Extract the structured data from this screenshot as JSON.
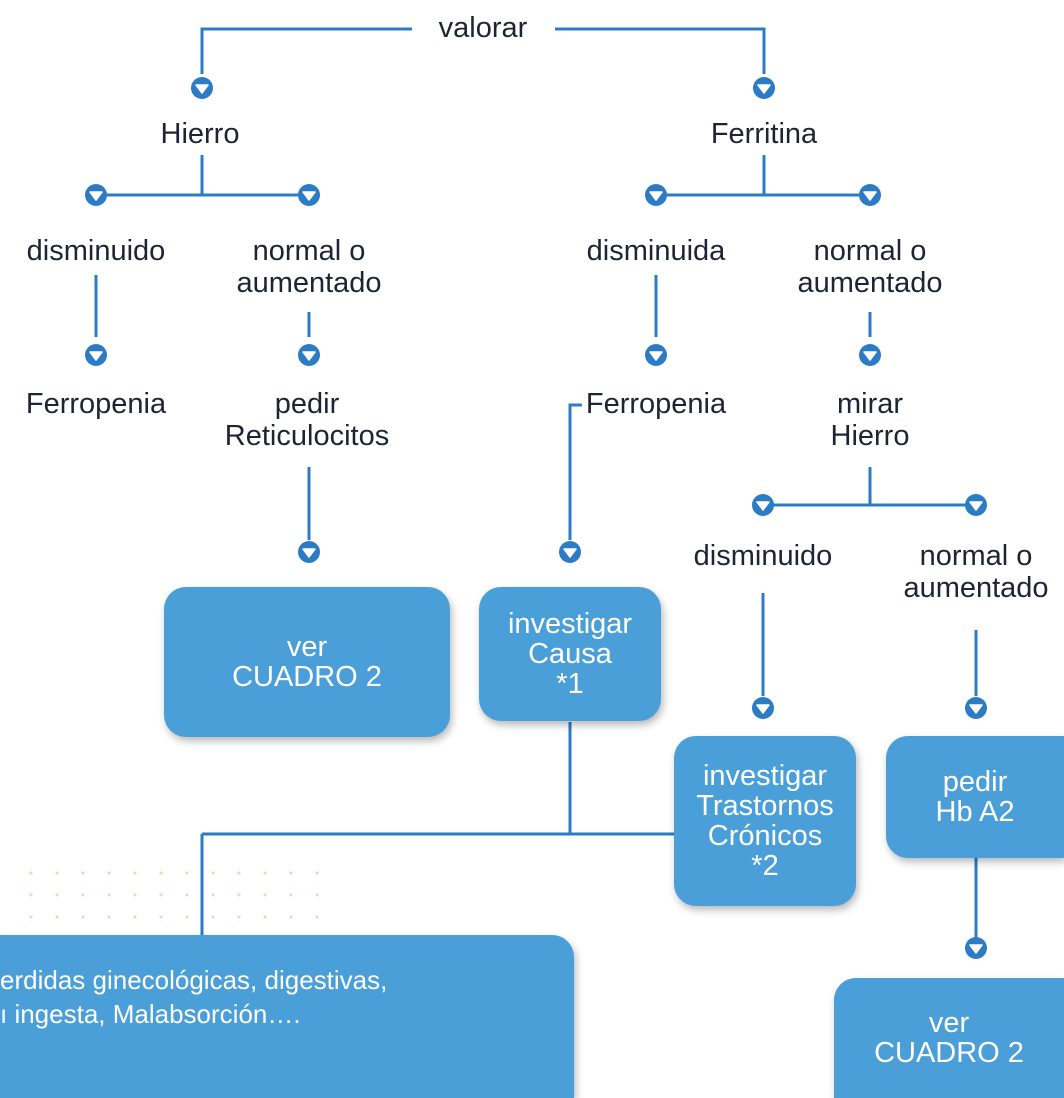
{
  "nodes": {
    "valorar": "valorar",
    "hierro": "Hierro",
    "ferritina": "Ferritina",
    "hierro_disminuido": "disminuido",
    "hierro_normal": [
      "normal o",
      "aumentado"
    ],
    "ferropenia_left": "Ferropenia",
    "pedir_reticulocitos": [
      "pedir",
      "Reticulocitos"
    ],
    "ferritina_disminuida": "disminuida",
    "ferritina_normal": [
      "normal o",
      "aumentado"
    ],
    "ferropenia_mid": "Ferropenia",
    "mirar_hierro": [
      "mirar",
      "Hierro"
    ],
    "mirar_disminuido": "disminuido",
    "mirar_normal": [
      "normal o",
      "aumentado"
    ]
  },
  "boxes": {
    "ver_cuadro_left": [
      "ver",
      "CUADRO 2"
    ],
    "investigar_causa": [
      "investigar",
      "Causa",
      "*1"
    ],
    "investigar_cronicos": [
      "investigar",
      "Trastornos",
      "Crónicos",
      "*2"
    ],
    "pedir_hb_a2": [
      "pedir",
      "Hb A2"
    ],
    "ver_cuadro_right": [
      "ver",
      "CUADRO 2"
    ],
    "causes_note": [
      "erdidas ginecológicas, digestivas,",
      "ı ingesta, Malabsorción…."
    ]
  },
  "colors": {
    "line": "#2b7cc4",
    "box": "#4a9fd8",
    "arrow": "#2b7cc4",
    "text": "#1e2433",
    "box_text": "#ffffff"
  },
  "icons": {
    "arrow": "chevron-down-circle-icon"
  }
}
